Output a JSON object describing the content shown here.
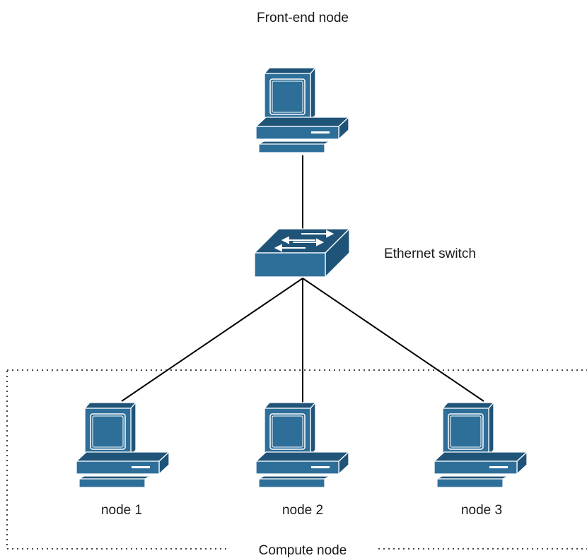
{
  "labels": {
    "front_end": "Front-end node",
    "switch": "Ethernet switch",
    "node1": "node 1",
    "node2": "node 2",
    "node3": "node 3",
    "group": "Compute node"
  },
  "icons": {
    "front_end": "desktop-computer-icon",
    "switch": "network-switch-icon",
    "node1": "desktop-computer-icon",
    "node2": "desktop-computer-icon",
    "node3": "desktop-computer-icon"
  },
  "colors": {
    "device_fill": "#2e6f9a",
    "device_dark": "#1f5478",
    "device_stroke": "#ffffff",
    "link": "#000000",
    "group_border": "#444444"
  }
}
